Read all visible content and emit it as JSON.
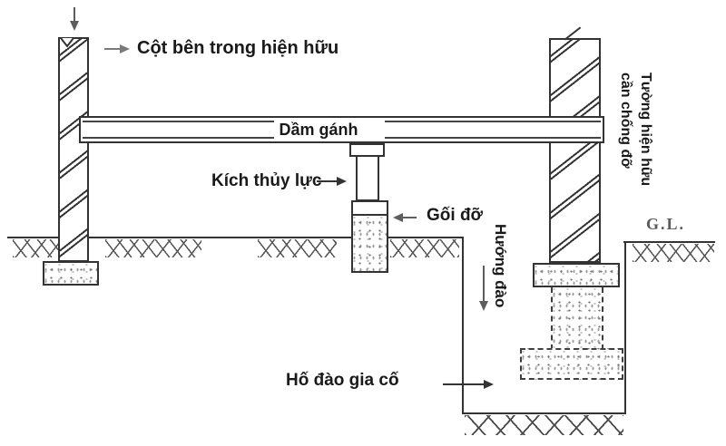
{
  "diagram": {
    "labels": {
      "interior_column": "Cột bên trong hiện hữu",
      "carrying_beam": "Dầm gánh",
      "hydraulic_jack": "Kích thủy lực",
      "support_pad": "Gối đỡ",
      "excavation_direction": "Hướng đào",
      "reinforced_pit": "Hố đào gia cố",
      "existing_wall_line1": "Tường hiện hữu",
      "existing_wall_line2": "cần chống đỡ",
      "ground_level": "G.L."
    },
    "colors": {
      "line": "#333333",
      "text": "#1a1a1a",
      "gl_text": "#5a5a5a",
      "gray_arrow": "#7a7a7a"
    }
  }
}
